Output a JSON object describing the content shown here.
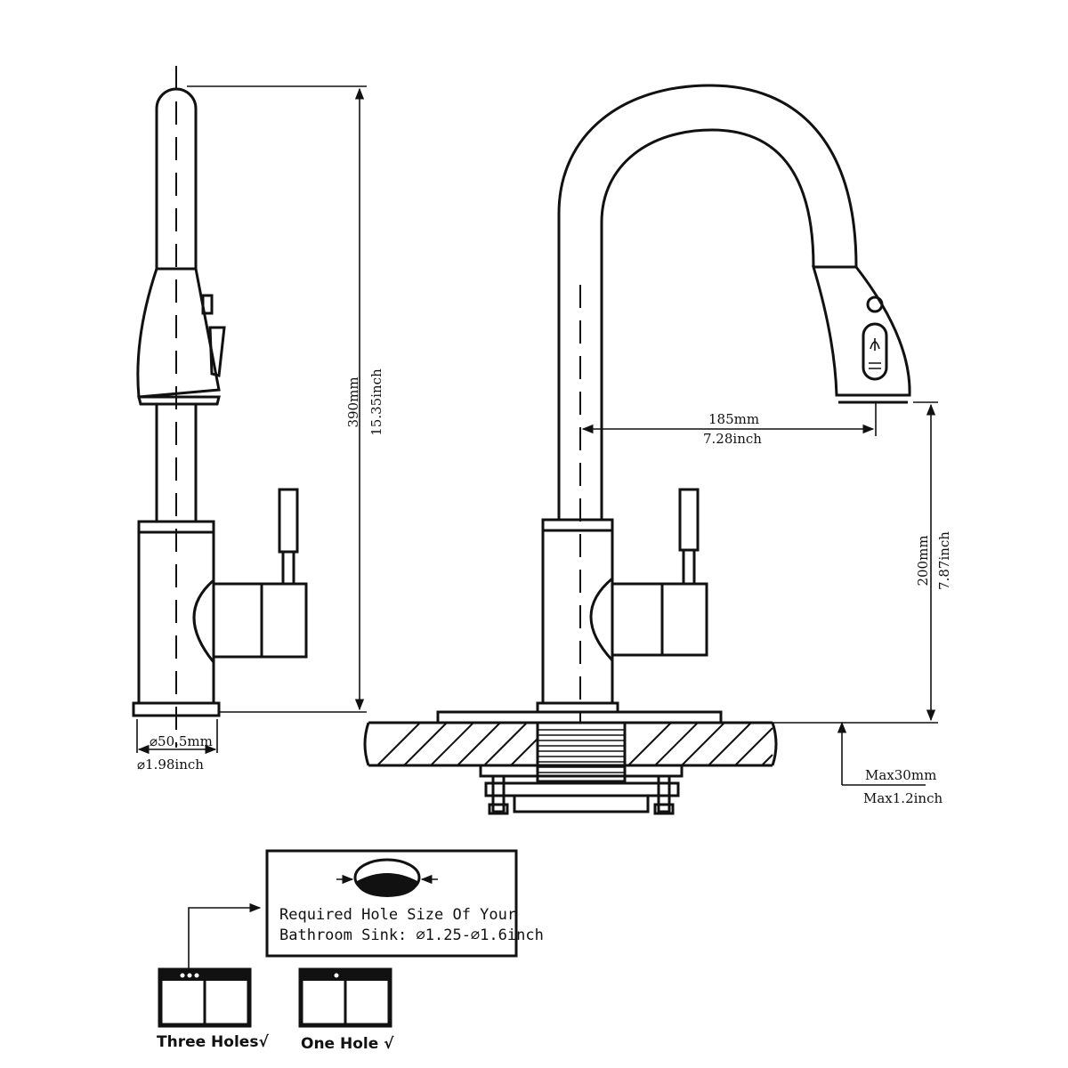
{
  "side_view": {
    "height_mm": "390mm",
    "height_inch": "15.35inch",
    "base_dia_mm": "⌀50.5mm",
    "base_dia_inch": "⌀1.98inch"
  },
  "front_view": {
    "reach_mm": "185mm",
    "reach_inch": "7.28inch",
    "spout_height_mm": "200mm",
    "spout_height_inch": "7.87inch",
    "max_thickness_mm": "Max30mm",
    "max_thickness_inch": "Max1.2inch"
  },
  "hole_note": {
    "line1": "Required Hole Size Of Your",
    "line2": "Bathroom Sink: ⌀1.25-⌀1.6inch"
  },
  "sinks": {
    "three_holes": "Three Holes√",
    "one_hole": "One Hole √"
  }
}
